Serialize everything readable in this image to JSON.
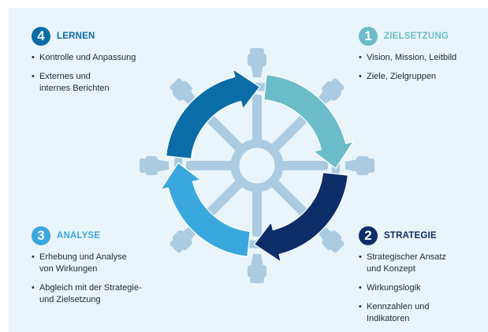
{
  "colors": {
    "background": "#eaf4fb",
    "step1": "#6bbcc8",
    "step2": "#0d2d69",
    "step3": "#3aa8df",
    "step4": "#0a6da8",
    "wheel": "#aacbe2",
    "text": "#1d2a36"
  },
  "steps": [
    {
      "number": "1",
      "title": "ZIELSETZUNG",
      "items": [
        "Vision, Mission, Leitbild",
        "Ziele, Zielgruppen"
      ]
    },
    {
      "number": "2",
      "title": "STRATEGIE",
      "items": [
        "Strategischer Ansatz\nund Konzept",
        "Wirkungslogik",
        "Kennzahlen und\nIndikatoren"
      ]
    },
    {
      "number": "3",
      "title": "ANALYSE",
      "items": [
        "Erhebung und Analyse\nvon Wirkungen",
        "Abgleich mit der Strategie-\nund Zielsetzung"
      ]
    },
    {
      "number": "4",
      "title": "LERNEN",
      "items": [
        "Kontrolle und Anpassung",
        "Externes und\ninternes Berichten"
      ]
    }
  ],
  "icons": {
    "wheel": "ship-wheel-icon"
  }
}
